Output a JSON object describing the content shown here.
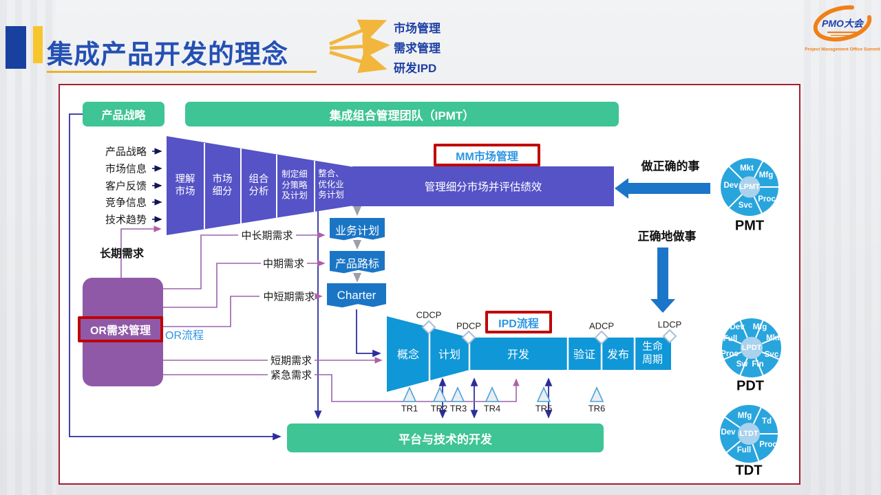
{
  "header": {
    "title": "集成产品开发的理念",
    "bullets": [
      "市场管理",
      "需求管理",
      "研发IPD"
    ],
    "logo": {
      "main": "PMO大会",
      "sub": "Project Management Office Summit"
    }
  },
  "diagram": {
    "product_strategy": "产品战略",
    "ipmt": "集成组合管理团队（IPMT）",
    "inputs": [
      "产品战略",
      "市场信息",
      "客户反馈",
      "竞争信息",
      "技术趋势"
    ],
    "mm_segments": [
      "理解市场",
      "市场细分",
      "组合分析",
      "制定细分策略及计划",
      "整合、优化业务计划"
    ],
    "mm_label": "MM市场管理",
    "mm_bar": "管理细分市场并评估绩效",
    "do_right": "做正确的事",
    "do_correctly": "正确地做事",
    "long_term": "长期需求",
    "or_label": "OR需求管理",
    "or_flow": "OR流程",
    "requirements": [
      "中长期需求",
      "中期需求",
      "中短期需求",
      "短期需求",
      "紧急需求"
    ],
    "plans": [
      "业务计划",
      "产品路标",
      "Charter"
    ],
    "ipd_label": "IPD流程",
    "phases": [
      "概念",
      "计划",
      "开发",
      "验证",
      "发布",
      "生命周期"
    ],
    "milestones": [
      "CDCP",
      "PDCP",
      "ADCP",
      "LDCP"
    ],
    "trs": [
      "TR1",
      "TR2",
      "TR3",
      "TR4",
      "TR5",
      "TR6"
    ],
    "platform": "平台与技术的开发",
    "teams": {
      "pmt": {
        "name": "PMT",
        "center": "LPMT",
        "segments": [
          "Mkt",
          "Mfg",
          "Proc",
          "Svc",
          "Dev"
        ]
      },
      "pdt": {
        "name": "PDT",
        "center": "LPDT",
        "segments": [
          "Dev",
          "Mfg",
          "Mkt",
          "Svc",
          "Fin",
          "Sw",
          "Proc",
          "Full"
        ]
      },
      "tdt": {
        "name": "TDT",
        "center": "LTDT",
        "segments": [
          "Mfg",
          "Td",
          "Proc",
          "Full",
          "Dev"
        ]
      }
    }
  },
  "colors": {
    "title_blue": "#2450b4",
    "accent_yellow": "#f2b63c",
    "green": "#3ec495",
    "mm_purple": "#5553c6",
    "or_purple": "#9059a8",
    "process_blue": "#0f97d7",
    "box_blue": "#1b75c5",
    "red_highlight": "#c00202",
    "panel_border_red": "#a51e32",
    "navy_line": "#2d2d9e",
    "violet_line": "#9b62ac",
    "team_blue": "#29a5de",
    "logo_orange": "#f08018"
  }
}
